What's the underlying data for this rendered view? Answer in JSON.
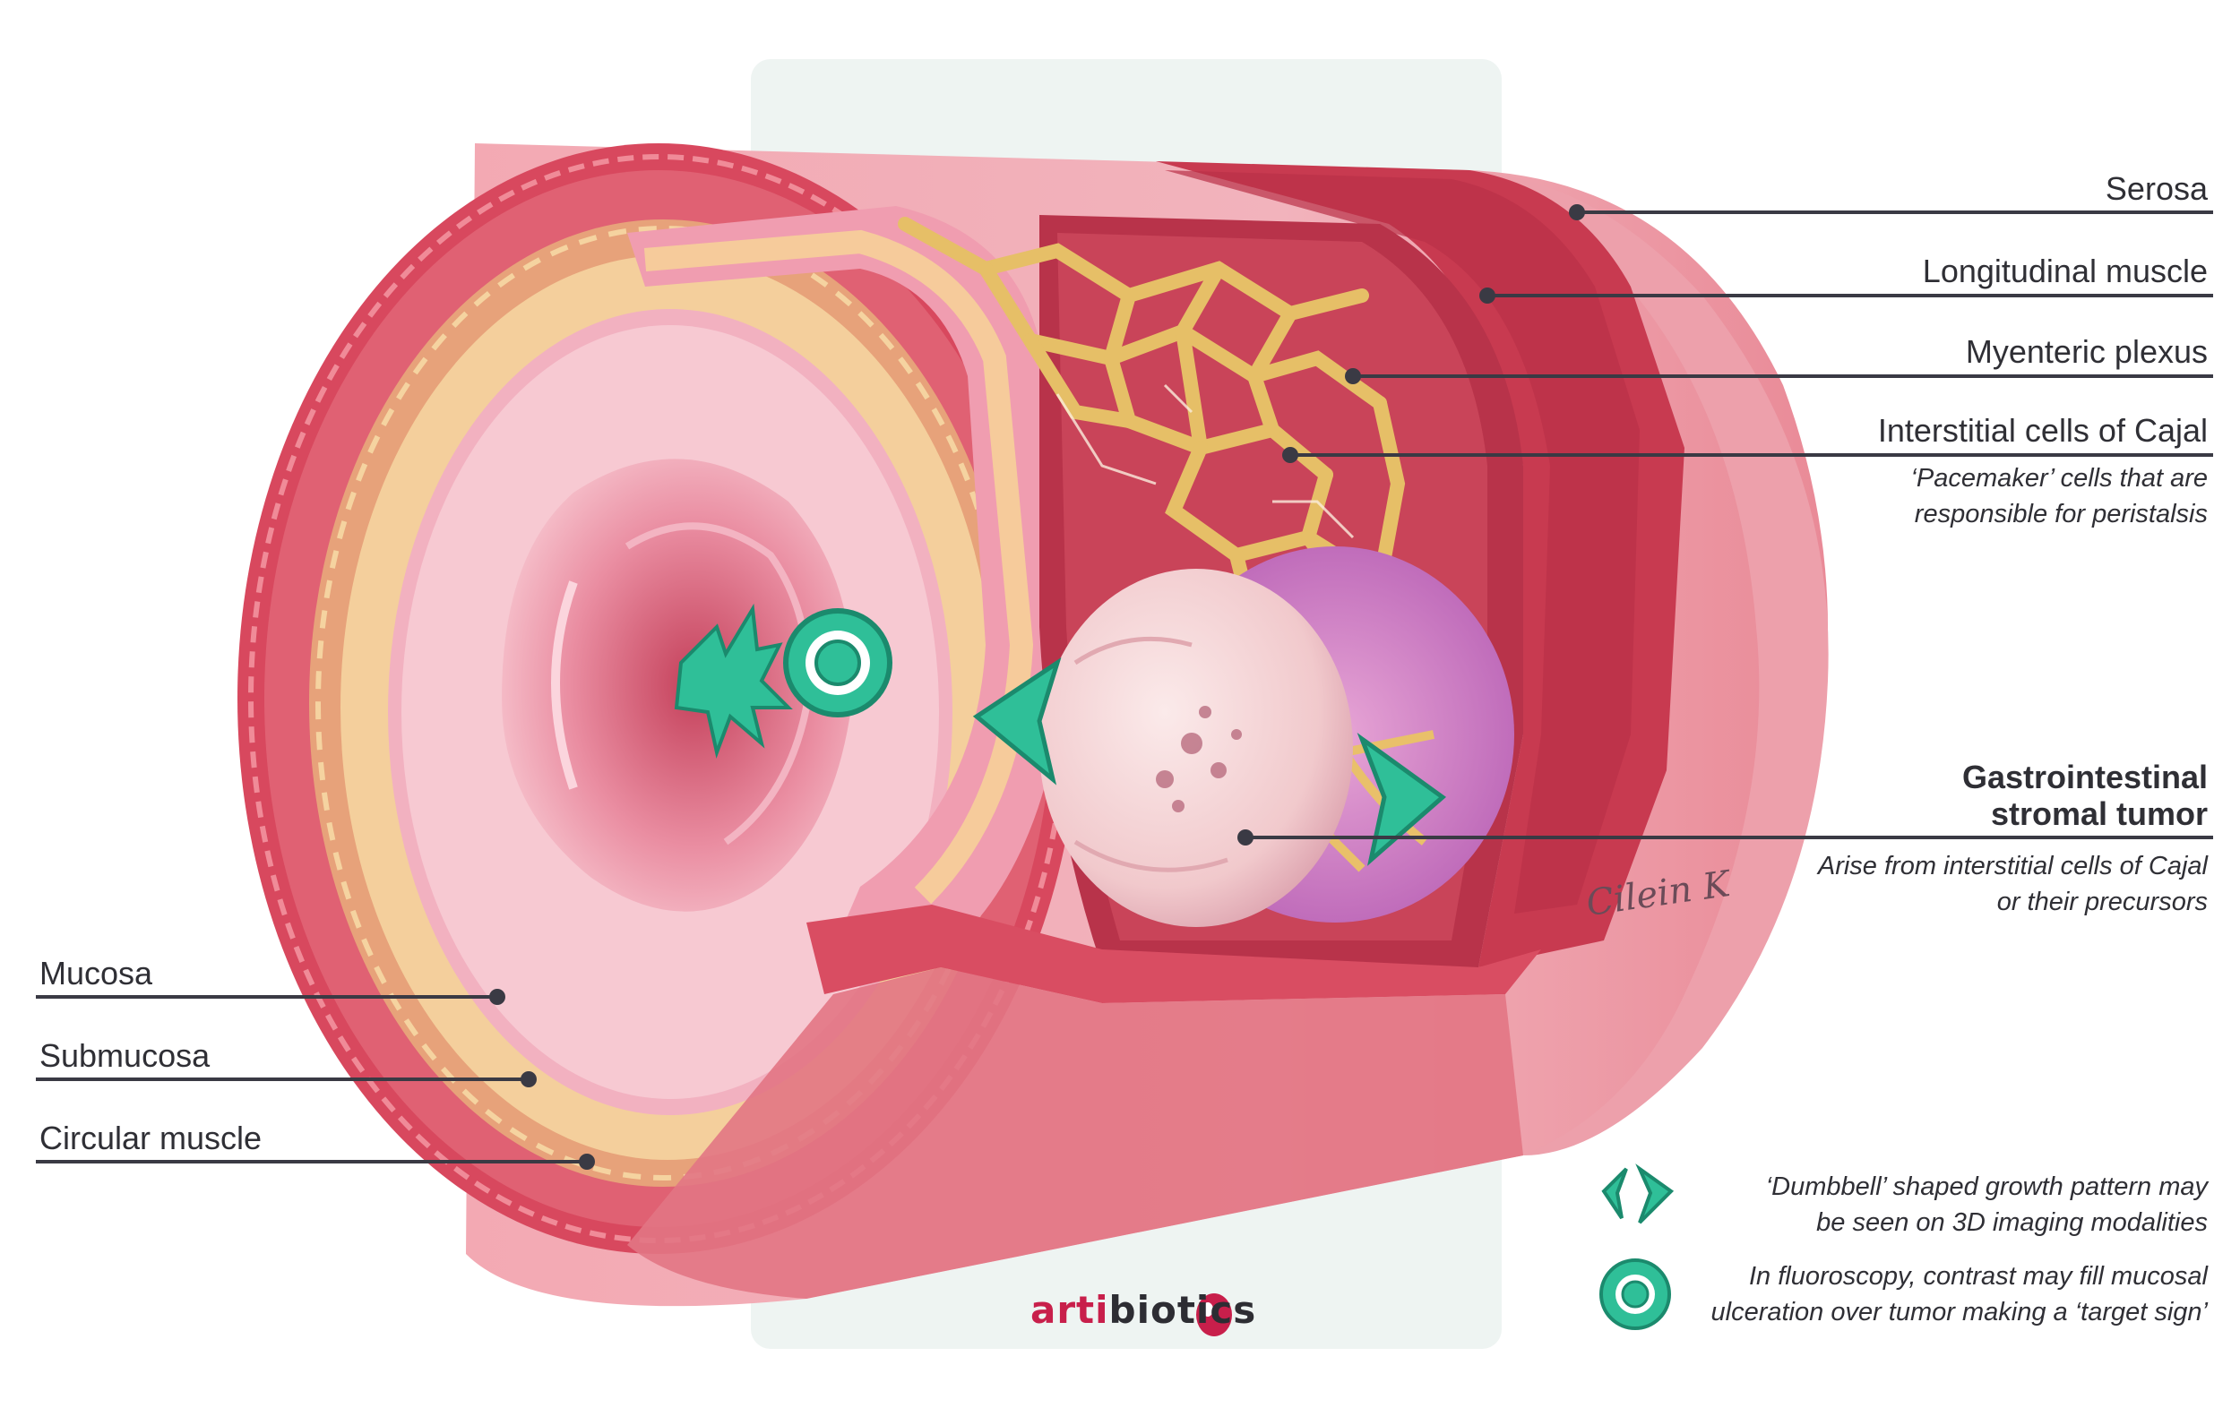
{
  "labels": {
    "serosa": "Serosa",
    "longitudinal_muscle": "Longitudinal muscle",
    "myenteric_plexus": "Myenteric plexus",
    "icc_title": "Interstitial cells of Cajal",
    "icc_note_line1": "‘Pacemaker’ cells that are",
    "icc_note_line2": "responsible for peristalsis",
    "gist_line1": "Gastrointestinal",
    "gist_line2": "stromal tumor",
    "gist_note_line1": "Arise from interstitial cells of Cajal",
    "gist_note_line2": "or their precursors",
    "mucosa": "Mucosa",
    "submucosa": "Submucosa",
    "circular_muscle": "Circular muscle"
  },
  "legend": {
    "dumbbell_icon": "dumbbell-arrows-icon",
    "dumbbell_line1": "‘Dumbbell’ shaped growth pattern may",
    "dumbbell_line2": "be seen on 3D imaging modalities",
    "target_icon": "target-sign-icon",
    "target_line1": "In fluoroscopy, contrast may fill mucosal",
    "target_line2": "ulceration over tumor making a ‘target sign’"
  },
  "branding": {
    "logo_part1": "arti",
    "logo_part2": "biotics",
    "signature": "Cilein K"
  },
  "colors": {
    "wall": "#e8707f",
    "wall_dark": "#c8394d",
    "serosa": "#f0a3ad",
    "mucosa": "#f5b8c4",
    "submucosa": "#f3cf9a",
    "plexus": "#e9c26c",
    "tumor": "#f6dede",
    "accent_teal": "#2fbf98",
    "leader": "#3a3a44"
  }
}
